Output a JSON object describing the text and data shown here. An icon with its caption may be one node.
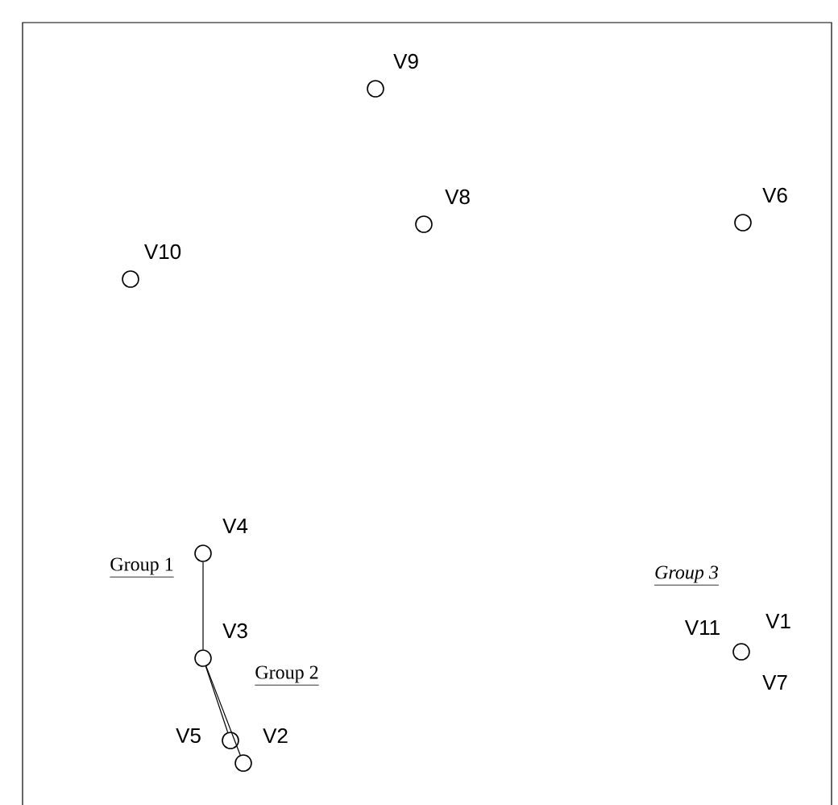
{
  "diagram": {
    "nodes": [
      {
        "text": [],
        "shape": "circle",
        "beside": [
          "V9"
        ]
      },
      {
        "text": [],
        "shape": "circle",
        "beside": [
          "V8"
        ]
      },
      {
        "text": [],
        "shape": "circle",
        "beside": [
          "V6"
        ]
      },
      {
        "text": [],
        "shape": "circle",
        "beside": [
          "V10"
        ]
      },
      {
        "text": [],
        "shape": "circle",
        "beside": [
          "V4"
        ]
      },
      {
        "text": [],
        "shape": "circle",
        "beside": [
          "V3"
        ]
      },
      {
        "text": [],
        "shape": "circle",
        "beside": [
          "V5"
        ]
      },
      {
        "text": [],
        "shape": "circle",
        "beside": [
          "V2"
        ]
      },
      {
        "text": [],
        "shape": "circle",
        "beside": [
          "V11",
          "V1",
          "V7"
        ]
      }
    ],
    "edges": [
      {
        "from": 4,
        "to": 5,
        "arrow": "none"
      },
      {
        "from": 5,
        "to": 6,
        "arrow": "none"
      },
      {
        "from": 5,
        "to": 7,
        "arrow": "none"
      }
    ],
    "labels": [
      "Group 1",
      "Group 3",
      "Group 2"
    ]
  }
}
